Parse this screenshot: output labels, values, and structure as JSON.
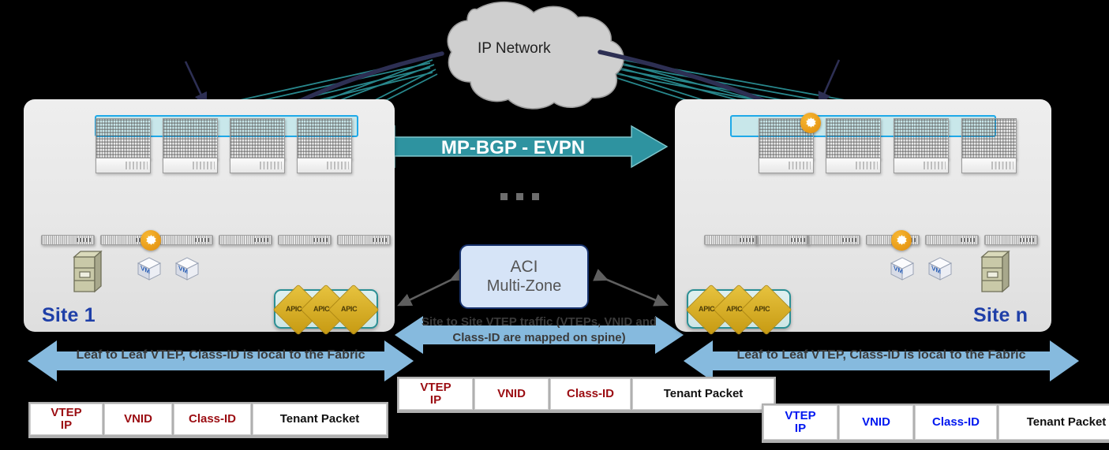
{
  "diagram": {
    "cloud": {
      "label": "IP Network"
    },
    "center": {
      "evpn_arrow_label": "MP-BGP - EVPN",
      "aci_box_line1": "ACI",
      "aci_box_line2": "Multi-Zone",
      "ellipsis": "▪ ▪ ▪",
      "site_to_site_label": "Site to Site VTEP traffic (VTEPs, VNID and Class-ID are mapped on spine)"
    },
    "sites": [
      {
        "name": "site-1",
        "label": "Site 1",
        "apic_labels": [
          "APIC",
          "APIC",
          "APIC"
        ],
        "vm_label": "VM",
        "leaf_arrow_label": "Leaf to Leaf VTEP, Class-ID is local to the Fabric"
      },
      {
        "name": "site-n",
        "label": "Site n",
        "apic_labels": [
          "APIC",
          "APIC",
          "APIC"
        ],
        "vm_label": "VM",
        "leaf_arrow_label": "Leaf to Leaf VTEP, Class-ID is local to the Fabric"
      }
    ],
    "packets": [
      {
        "name": "packet-left",
        "fields": [
          {
            "text": "VTEP\nIP",
            "color": "#9b0d12"
          },
          {
            "text": "VNID",
            "color": "#9b0d12"
          },
          {
            "text": "Class-ID",
            "color": "#9b0d12"
          },
          {
            "text": "Tenant Packet",
            "color": "#111111"
          }
        ]
      },
      {
        "name": "packet-center",
        "fields": [
          {
            "text": "VTEP\nIP",
            "color": "#9b0d12"
          },
          {
            "text": "VNID",
            "color": "#9b0d12"
          },
          {
            "text": "Class-ID",
            "color": "#9b0d12"
          },
          {
            "text": "Tenant Packet",
            "color": "#111111"
          }
        ]
      },
      {
        "name": "packet-right",
        "fields": [
          {
            "text": "VTEP\nIP",
            "color": "#0018f0"
          },
          {
            "text": "VNID",
            "color": "#0018f0"
          },
          {
            "text": "Class-ID",
            "color": "#0018f0"
          },
          {
            "text": "Tenant Packet",
            "color": "#111111"
          }
        ]
      }
    ],
    "colors": {
      "teal_link": "#2b8f94",
      "evpn_arrow": "#2e93a0",
      "blue_arrow": "#86bade",
      "navy_traffic": "#2d2f53",
      "site_label": "#1f3fa8",
      "packet_red": "#9b0d12",
      "packet_blue": "#0018f0",
      "panel_bg": "#e9e9e9",
      "spine_highlight": "#1fa9e8",
      "gear": "#e49a0f"
    }
  }
}
